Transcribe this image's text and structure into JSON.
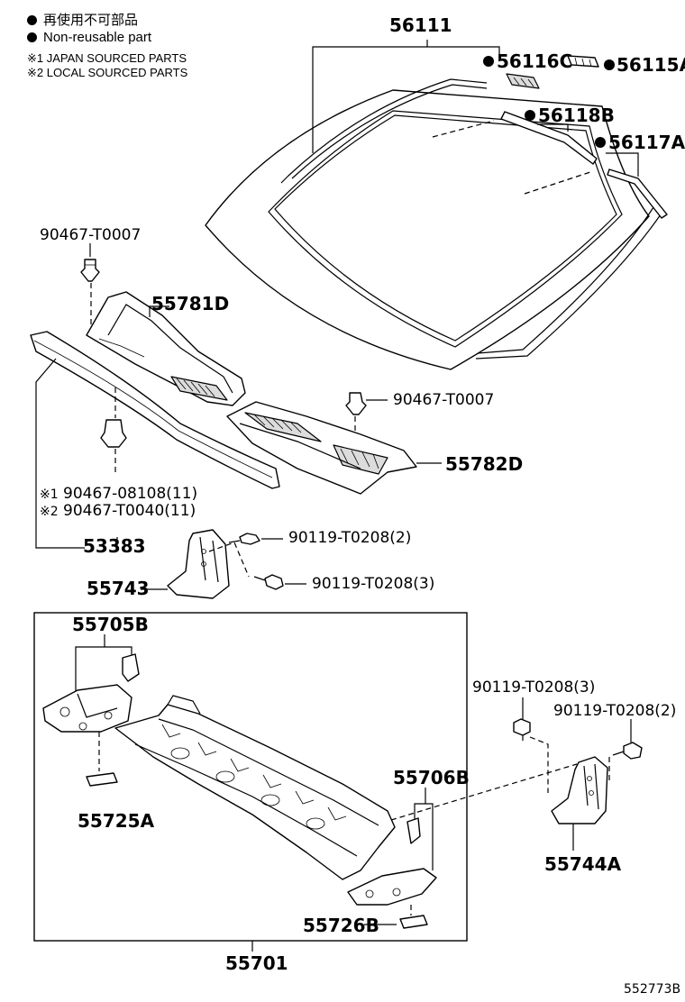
{
  "legend": {
    "line1": "再使用不可部品",
    "line2": "Non-reusable part",
    "line3": "※1 JAPAN SOURCED PARTS",
    "line4": "※2 LOCAL SOURCED PARTS"
  },
  "parts": {
    "windshield_glass": "56111",
    "bracket_56116c": "56116C",
    "clip_56115a": "56115A",
    "molding_56118b": "56118B",
    "molding_56117a": "56117A",
    "clip_top_left": "90467-T0007",
    "cowl_louver_left": "55781D",
    "clip_right": "90467-T0007",
    "cowl_louver_right": "55782D",
    "clip_japan_mark": "※1",
    "clip_japan": "90467-08108(11)",
    "clip_local_mark": "※2",
    "clip_local": "90467-T0040(11)",
    "seal_53383": "53383",
    "bolt_upper_2": "90119-T0208(2)",
    "bracket_55743": "55743",
    "bolt_upper_3": "90119-T0208(3)",
    "bracket_55705b": "55705B",
    "brace_55725a": "55725A",
    "bracket_55706b": "55706B",
    "brace_55726b": "55726B",
    "cowl_panel_55701": "55701",
    "bolt_right_3": "90119-T0208(3)",
    "bolt_right_2": "90119-T0208(2)",
    "bracket_55744a": "55744A"
  },
  "diagram_id": "552773B",
  "icons": {
    "non_reusable_marker": "filled-circle"
  }
}
